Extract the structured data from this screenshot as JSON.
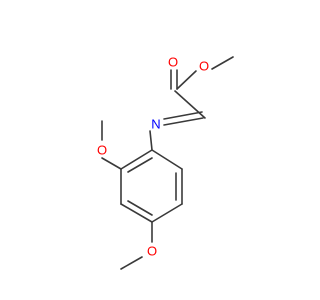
{
  "molecule": {
    "atoms": {
      "O_carbonyl": {
        "label": "O",
        "color": "#ff0000"
      },
      "O_ester": {
        "label": "O",
        "color": "#ff0000"
      },
      "N_imine": {
        "label": "N",
        "color": "#0000ff"
      },
      "O_methoxy_2": {
        "label": "O",
        "color": "#ff0000"
      },
      "O_methoxy_4": {
        "label": "O",
        "color": "#ff0000"
      }
    },
    "bond_color": "#3a3a3a"
  }
}
